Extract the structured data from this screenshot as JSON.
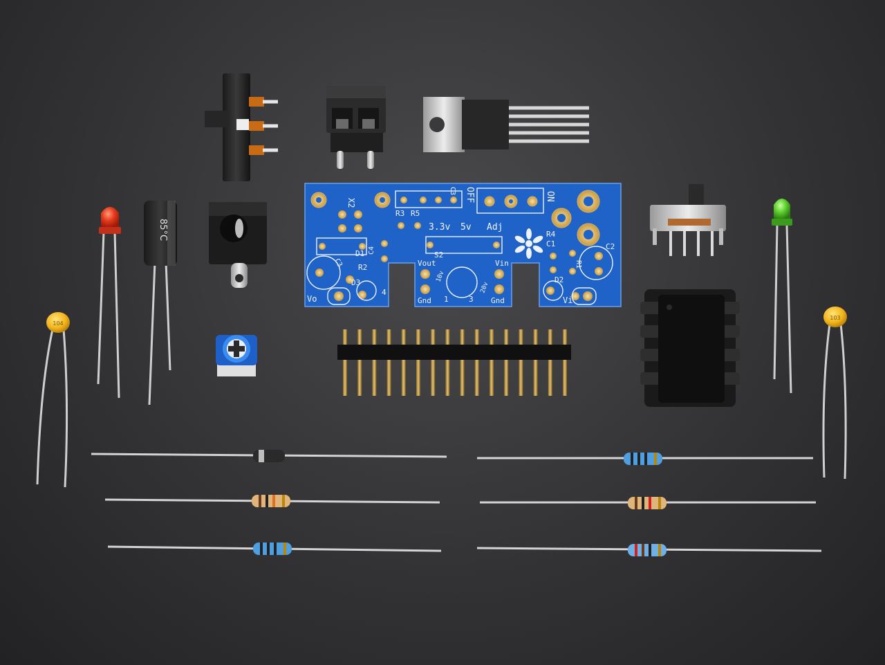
{
  "pcb": {
    "labels": {
      "x2": "X2",
      "c3_top": "C3",
      "off": "OFF",
      "on": "ON",
      "r3": "R3",
      "r5": "R5",
      "volt_33": "3.3v",
      "volt_5": "5v",
      "adj": "Adj",
      "c4": "C4",
      "r4": "R4",
      "c1": "C1",
      "c2": "C2",
      "d1": "D1",
      "c3": "C3",
      "r2": "R2",
      "vout": "Vout",
      "s2": "S2",
      "vin": "Vin",
      "d3": "D3",
      "r1": "R1",
      "d2": "D2",
      "vo": "Vo",
      "vi": "Vi",
      "gnd_left": "Gnd",
      "gnd_right": "Gnd",
      "one": "1",
      "three": "3",
      "four": "4",
      "ten_v": "10v",
      "twenty_v": "20v"
    }
  },
  "capacitor": {
    "top_text": "85°C"
  },
  "ceramic_caps": {
    "left": "104",
    "right": "103"
  },
  "header": {
    "pin_count": 16
  }
}
